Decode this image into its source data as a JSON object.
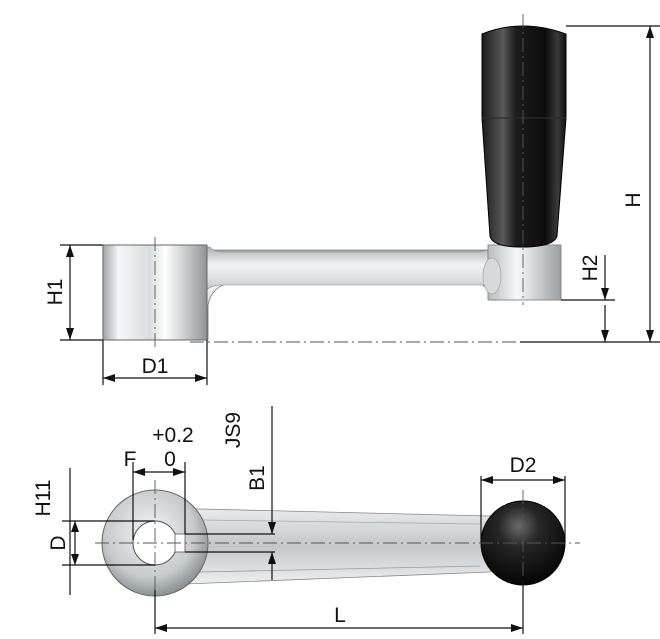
{
  "labels": {
    "H": "H",
    "H1": "H1",
    "H2": "H2",
    "D1": "D1",
    "D2": "D2",
    "L": "L",
    "D": "D",
    "H11": "H11",
    "F": "F",
    "tol_upper": "+0.2",
    "tol_lower": "0",
    "JS9": "JS9",
    "B1": "B1"
  },
  "colors": {
    "metal_light": "#f2f3f4",
    "metal_mid": "#c9cccf",
    "metal_dark": "#8e9396",
    "knob_black": "#141414",
    "knob_highlight": "#4a4a4a",
    "line": "#111111"
  }
}
